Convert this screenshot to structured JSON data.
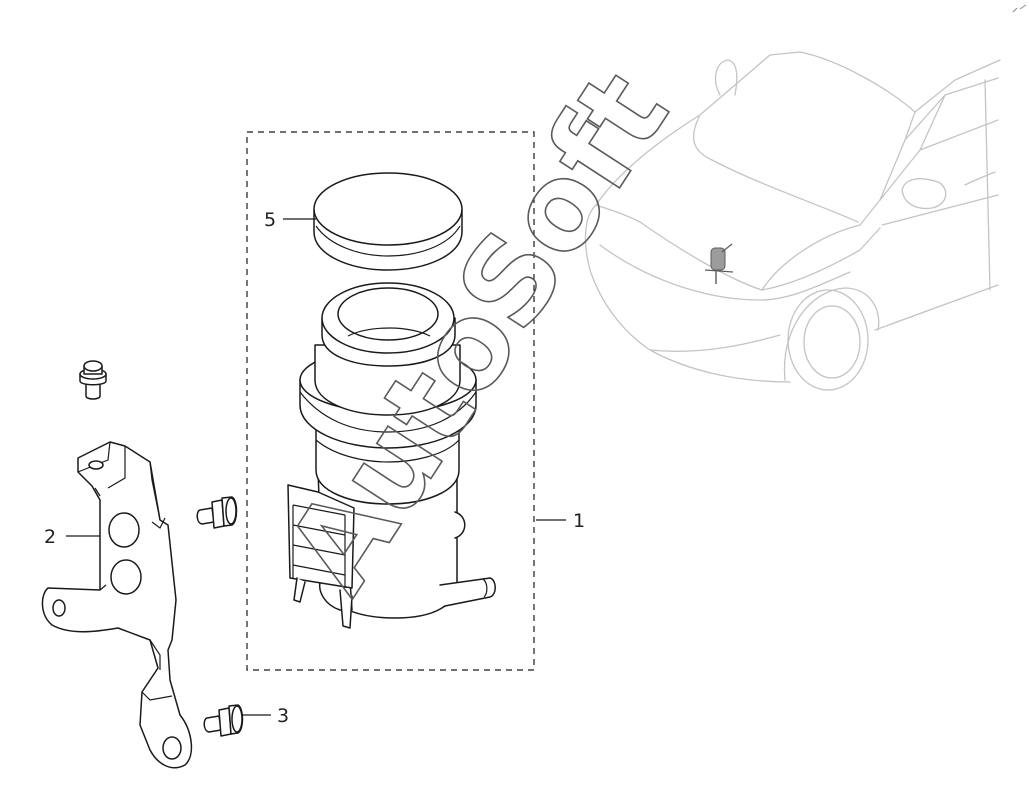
{
  "callouts": {
    "p1": "1",
    "p2": "2",
    "p3": "3",
    "p5": "5"
  },
  "watermark": "AutoSoft",
  "icons": [
    "reservoir",
    "reservoir-cap",
    "mounting-bracket",
    "flange-bolt",
    "vehicle-locator"
  ]
}
